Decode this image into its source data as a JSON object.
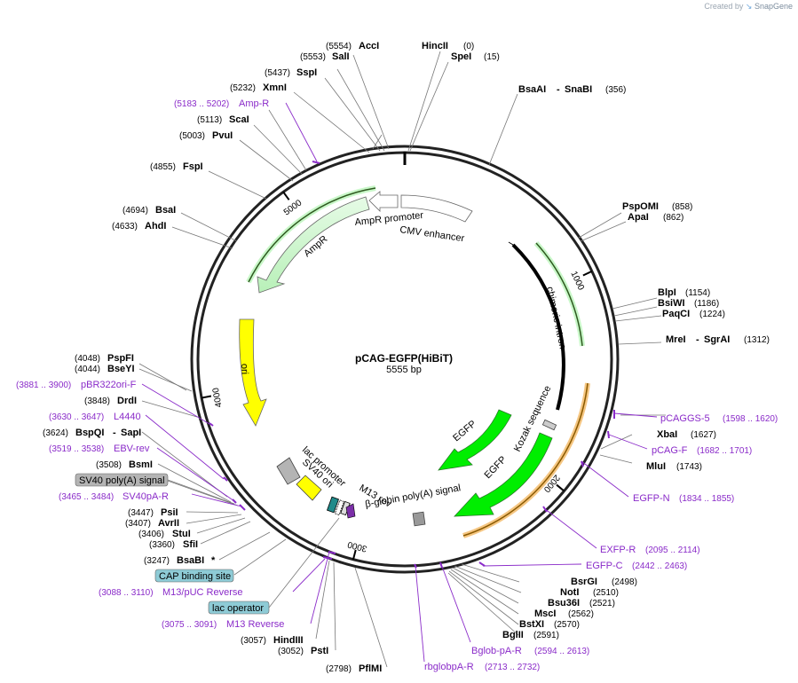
{
  "credit": {
    "prefix": "Created by",
    "brand": "SnapGene"
  },
  "plasmid": {
    "name": "pCAG-EGFP(HiBiT)",
    "length_label": "5555 bp",
    "length": 5555
  },
  "scale_ticks": [
    {
      "pos": 1000,
      "label": "1000"
    },
    {
      "pos": 2000,
      "label": "2000"
    },
    {
      "pos": 3000,
      "label": "3000"
    },
    {
      "pos": 4000,
      "label": "4000"
    },
    {
      "pos": 5000,
      "label": "5000"
    }
  ],
  "sites": [
    {
      "name": "HincII",
      "pos": "(0)"
    },
    {
      "name": "SpeI",
      "pos": "(15)"
    },
    {
      "name": "BsaAI",
      "extra": "SnaBI",
      "pos": "(356)"
    },
    {
      "name": "PspOMI",
      "pos": "(858)"
    },
    {
      "name": "ApaI",
      "pos": "(862)"
    },
    {
      "name": "BlpI",
      "pos": "(1154)"
    },
    {
      "name": "BsiWI",
      "pos": "(1186)"
    },
    {
      "name": "PaqCI",
      "pos": "(1224)"
    },
    {
      "name": "MreI",
      "extra": "SgrAI",
      "pos": "(1312)"
    },
    {
      "name": "XbaI",
      "pos": "(1627)"
    },
    {
      "name": "MluI",
      "pos": "(1743)"
    },
    {
      "name": "BsrGI",
      "pos": "(2498)"
    },
    {
      "name": "NotI",
      "pos": "(2510)"
    },
    {
      "name": "Bsu36I",
      "pos": "(2521)"
    },
    {
      "name": "MscI",
      "pos": "(2562)"
    },
    {
      "name": "BstXI",
      "pos": "(2570)"
    },
    {
      "name": "BglII",
      "pos": "(2591)"
    },
    {
      "name": "PflMI",
      "pos": "(2798)"
    },
    {
      "name": "PstI",
      "pos": "(3052)"
    },
    {
      "name": "HindIII",
      "pos": "(3057)"
    },
    {
      "name": "BsaBI",
      "extra": "*",
      "pos": "(3247)"
    },
    {
      "name": "SfiI",
      "pos": "(3360)"
    },
    {
      "name": "StuI",
      "pos": "(3406)"
    },
    {
      "name": "AvrII",
      "pos": "(3407)"
    },
    {
      "name": "PsiI",
      "pos": "(3447)"
    },
    {
      "name": "BsmI",
      "pos": "(3508)"
    },
    {
      "name": "BspQI",
      "extra": "SapI",
      "pos": "(3624)"
    },
    {
      "name": "DrdI",
      "pos": "(3848)"
    },
    {
      "name": "BseYI",
      "pos": "(4044)"
    },
    {
      "name": "PspFI",
      "pos": "(4048)"
    },
    {
      "name": "AhdI",
      "pos": "(4633)"
    },
    {
      "name": "BsaI",
      "pos": "(4694)"
    },
    {
      "name": "FspI",
      "pos": "(4855)"
    },
    {
      "name": "PvuI",
      "pos": "(5003)"
    },
    {
      "name": "ScaI",
      "pos": "(5113)"
    },
    {
      "name": "XmnI",
      "pos": "(5232)"
    },
    {
      "name": "SspI",
      "pos": "(5437)"
    },
    {
      "name": "SalI",
      "pos": "(5553)"
    },
    {
      "name": "AccI",
      "pos": "(5554)"
    }
  ],
  "primers": [
    {
      "name": "pCAGGS-5",
      "pos": "(1598 .. 1620)"
    },
    {
      "name": "pCAG-F",
      "pos": "(1682 .. 1701)"
    },
    {
      "name": "EGFP-N",
      "pos": "(1834 .. 1855)"
    },
    {
      "name": "EXFP-R",
      "pos": "(2095 .. 2114)"
    },
    {
      "name": "EGFP-C",
      "pos": "(2442 .. 2463)"
    },
    {
      "name": "Bglob-pA-R",
      "pos": "(2594 .. 2613)"
    },
    {
      "name": "rbglobpA-R",
      "pos": "(2713 .. 2732)"
    },
    {
      "name": "M13 Reverse",
      "pos": "(3075 .. 3091)"
    },
    {
      "name": "M13/pUC Reverse",
      "pos": "(3088 .. 3110)"
    },
    {
      "name": "SV40pA-R",
      "pos": "(3465 .. 3484)"
    },
    {
      "name": "EBV-rev",
      "pos": "(3519 .. 3538)"
    },
    {
      "name": "L4440",
      "pos": "(3630 .. 3647)"
    },
    {
      "name": "pBR322ori-F",
      "pos": "(3881 .. 3900)"
    },
    {
      "name": "Amp-R",
      "pos": "(5183 .. 5202)"
    }
  ],
  "boxed_labels": [
    {
      "name": "SV40 poly(A) signal",
      "color": "#b4b4b4"
    },
    {
      "name": "CAP binding site",
      "color": "#8ecbd6"
    },
    {
      "name": "lac operator",
      "color": "#8ecbd6"
    }
  ],
  "features": [
    {
      "name": "CMV enhancer",
      "color": "#ffffff"
    },
    {
      "name": "AmpR promoter",
      "color": "#ffffff"
    },
    {
      "name": "AmpR",
      "color": "#c8f7c8"
    },
    {
      "name": "ori",
      "color": "#ffff00"
    },
    {
      "name": "chimeric intron",
      "color": "#000000"
    },
    {
      "name": "Kozak sequence",
      "color": "#000000"
    },
    {
      "name": "EGFP",
      "color": "#00ee00"
    },
    {
      "name": "EGFP",
      "color": "#00ee00"
    },
    {
      "name": "β-globin poly(A) signal",
      "color": "#999999"
    },
    {
      "name": "M13 rev",
      "color": "#000000"
    },
    {
      "name": "lac promoter",
      "color": "#ffffff"
    },
    {
      "name": "SV40 ori",
      "color": "#ffff00"
    }
  ],
  "colors": {
    "primer": "#8a2bc9",
    "backbone": "#222222",
    "cag_promoter": "#f5c682"
  }
}
